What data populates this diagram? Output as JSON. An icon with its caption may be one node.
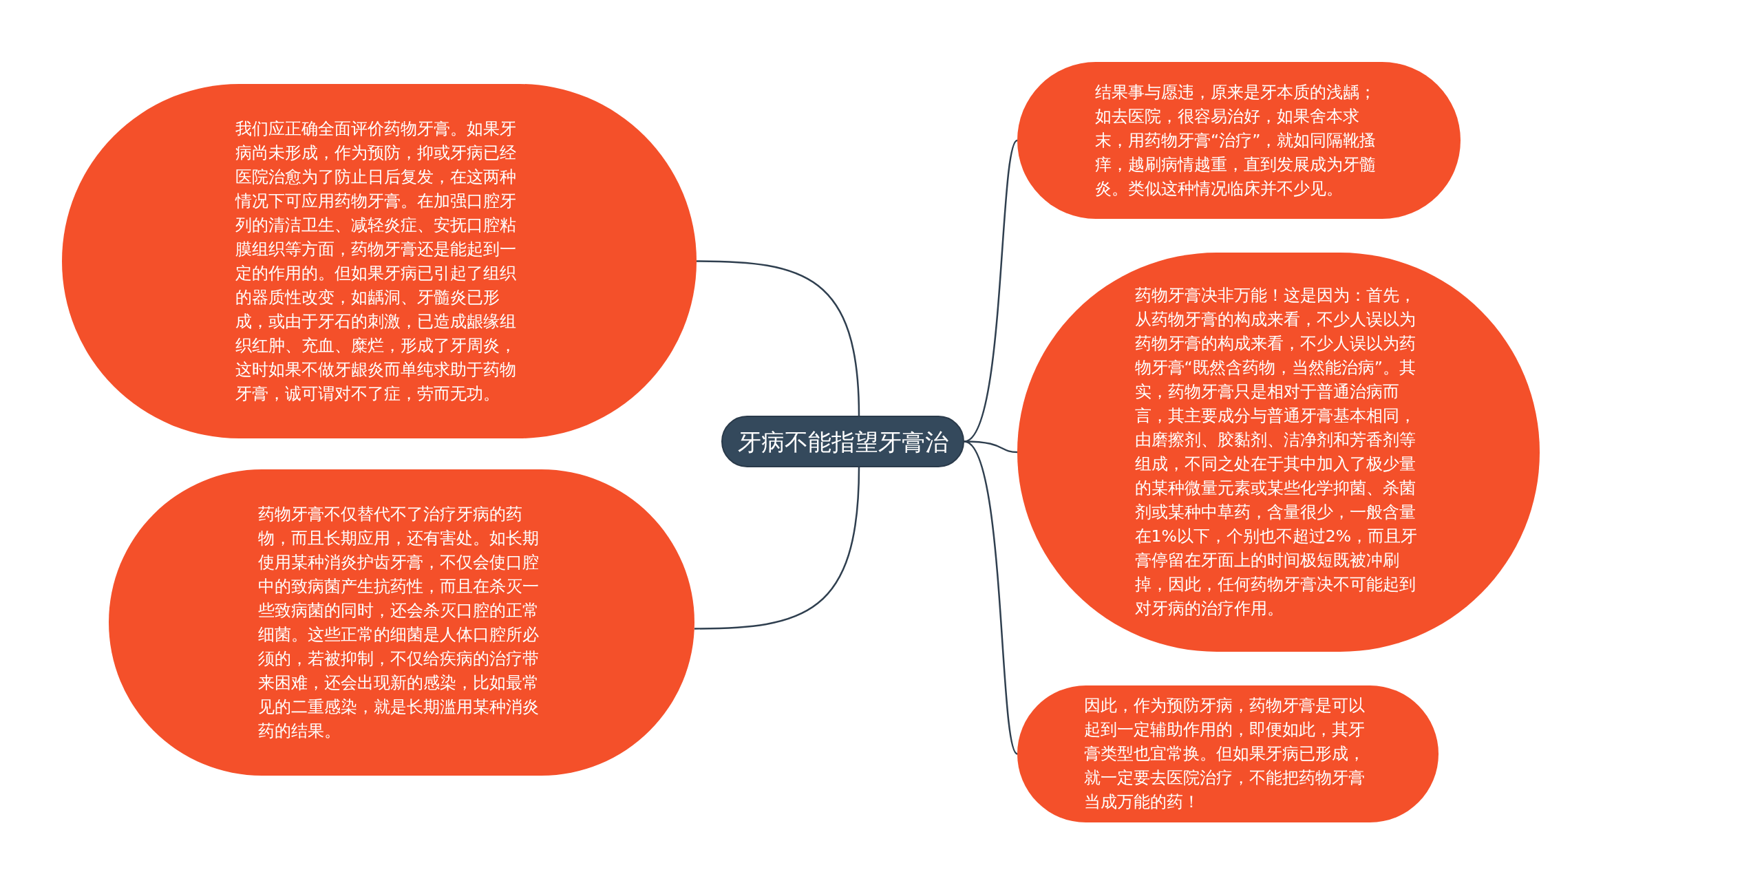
{
  "diagram": {
    "nodes": [
      {
        "text": [
          "牙病不能指望牙膏治"
        ]
      },
      {
        "text": [
          "我们应正确全面评价药物牙膏。如果牙病尚未形成，作为预防，抑或牙病已经医院治愈为了防止日后复发，在这两种情况下可应用药物牙膏。在加强口腔牙列的清洁卫生、减轻炎症、安抚口腔粘膜组织等方面，药物牙膏还是能起到一定的作用的。但如果牙病已引起了组织的器质性改变，如龋洞、牙髓炎已形成，或由于牙石的刺激，已造成龈缘组织红肿、充血、糜烂，形成了牙周炎，这时如果不做牙龈炎而单纯求助于药物牙膏，诚可谓对不了症，劳而无功。"
        ]
      },
      {
        "text": [
          "药物牙膏不仅替代不了治疗牙病的药物，而且长期应用，还有害处。如长期使用某种消炎护齿牙膏，不仅会使口腔中的致病菌产生抗药性，而且在杀灭一些致病菌的同时，还会杀灭口腔的正常细菌。这些正常的细菌是人体口腔所必须的，若被抑制，不仅给疾病的治疗带来困难，还会出现新的感染，比如最常见的二重感染，就是长期滥用某种消炎药的结果。"
        ]
      },
      {
        "text": [
          "结果事与愿违，原来是牙本质的浅龋；如去医院，很容易治好，如果舍本求末，用药物牙膏“治疗”，就如同隔靴搔痒，越刷病情越重，直到发展成为牙髓炎。类似这种情况临床并不少见。"
        ]
      },
      {
        "text": [
          "药物牙膏决非万能！这是因为：首先，从药物牙膏的构成来看，不少人误以为药物牙膏的构成来看，不少人误以为药物牙膏“既然含药物，当然能治病”。其实，药物牙膏只是相对于普通治病而言，其主要成分与普通牙膏基本相同，由磨擦剂、胶黏剂、洁净剂和芳香剂等组成，不同之处在于其中加入了极少量的某种微量元素或某些化学抑菌、杀菌剂或某种中草药，含量很少，一般含量在1%以下，个别也不超过2%，而且牙膏停留在牙面上的时间极短既被冲刷掉，因此，任何药物牙膏决不可能起到对牙病的治疗作用。"
        ]
      },
      {
        "text": [
          "因此，作为预防牙病，药物牙膏是可以起到一定辅助作用的，即便如此，其牙膏类型也宜常换。但如果牙病已形成，就一定要去医院治疗，不能把药物牙膏当成万能的药！"
        ]
      }
    ],
    "edges": [
      {
        "from": 0,
        "to": 1,
        "arrow": "none"
      },
      {
        "from": 0,
        "to": 2,
        "arrow": "none"
      },
      {
        "from": 0,
        "to": 3,
        "arrow": "none"
      },
      {
        "from": 0,
        "to": 4,
        "arrow": "none"
      },
      {
        "from": 0,
        "to": 5,
        "arrow": "none"
      }
    ]
  }
}
